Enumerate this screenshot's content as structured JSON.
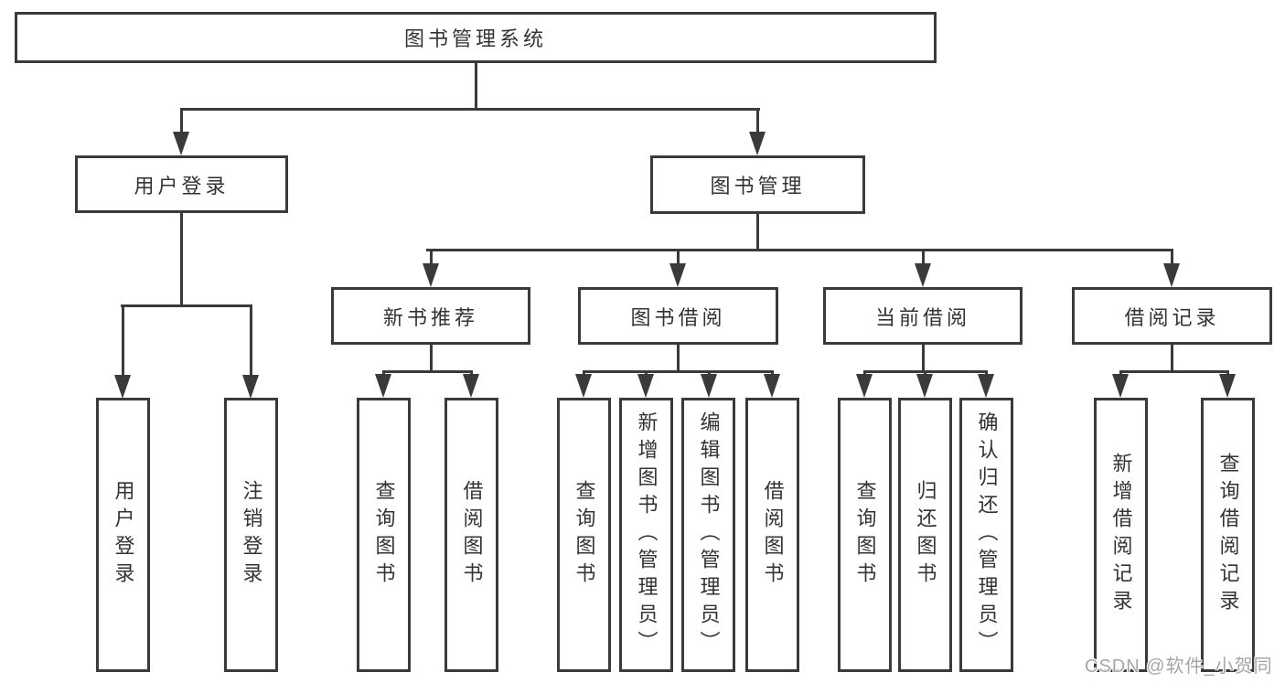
{
  "tree": {
    "root": {
      "label": "图书管理系统",
      "children": [
        {
          "label": "用户登录",
          "children": [
            {
              "label": "用户登录"
            },
            {
              "label": "注销登录"
            }
          ]
        },
        {
          "label": "图书管理",
          "children": [
            {
              "label": "新书推荐",
              "children": [
                {
                  "label": "查询图书"
                },
                {
                  "label": "借阅图书"
                }
              ]
            },
            {
              "label": "图书借阅",
              "children": [
                {
                  "label": "查询图书"
                },
                {
                  "label": "新增图书（管理员）"
                },
                {
                  "label": "编辑图书（管理员）"
                },
                {
                  "label": "借阅图书"
                }
              ]
            },
            {
              "label": "当前借阅",
              "children": [
                {
                  "label": "查询图书"
                },
                {
                  "label": "归还图书"
                },
                {
                  "label": "确认归还（管理员）"
                }
              ]
            },
            {
              "label": "借阅记录",
              "children": [
                {
                  "label": "新增借阅记录"
                },
                {
                  "label": "查询借阅记录"
                }
              ]
            }
          ]
        }
      ]
    }
  },
  "watermark": {
    "text": "CSDN @软件_小贺同学"
  },
  "colors": {
    "line": "#3a3a3a",
    "text": "#333333",
    "background": "#ffffff",
    "watermark": "#a6a6a6"
  }
}
